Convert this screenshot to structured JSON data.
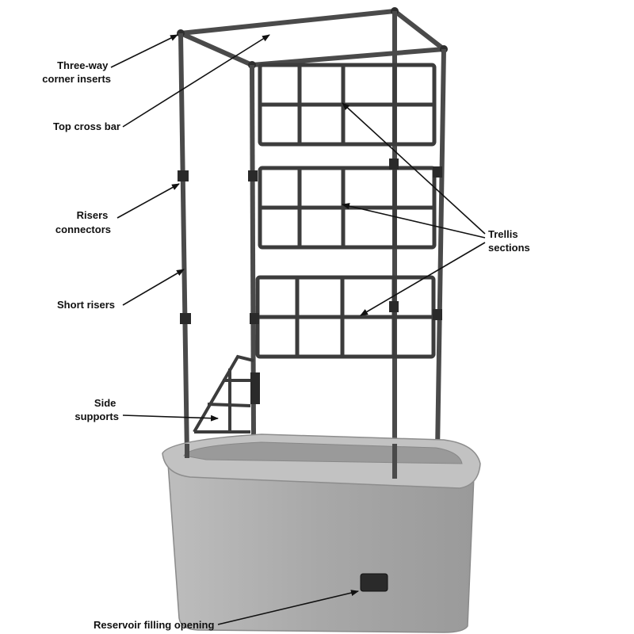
{
  "labels": {
    "three_way_corner_inserts": [
      "Three-way",
      "corner inserts"
    ],
    "top_cross_bar": "Top cross bar",
    "risers_connectors": [
      "Risers",
      "connectors"
    ],
    "short_risers": "Short risers",
    "side_supports": [
      "Side",
      "supports"
    ],
    "trellis_sections": [
      "Trellis",
      "sections"
    ],
    "reservoir_filling_opening": "Reservoir filling opening"
  },
  "colors": {
    "frame": "#4a4a4a",
    "trellis": "#3c3c3c",
    "planter_body": "#a9a9a9",
    "planter_rim": "#c2c2c2",
    "text": "#111111"
  }
}
